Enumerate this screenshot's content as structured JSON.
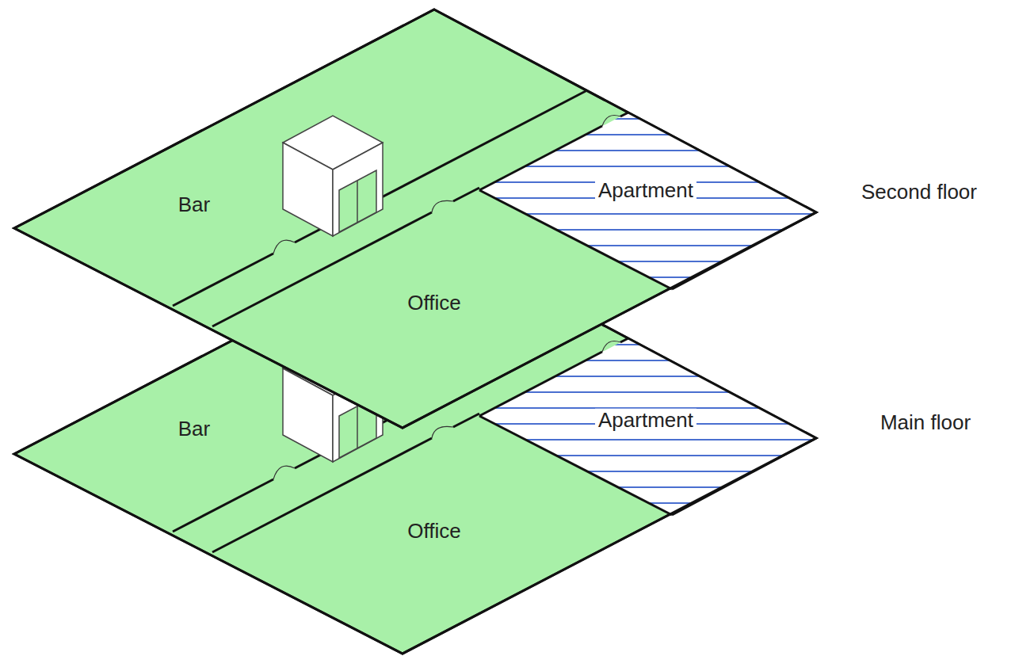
{
  "diagram": {
    "nodes": [
      {
        "text": [
          "Bar"
        ]
      },
      {
        "text": [
          "Apartment"
        ]
      },
      {
        "text": [
          "Office"
        ]
      },
      {
        "text": [
          "Bar"
        ]
      },
      {
        "text": [
          "Apartment"
        ]
      },
      {
        "text": [
          "Office"
        ]
      }
    ],
    "labels": [
      "Second floor",
      "Main floor"
    ]
  }
}
